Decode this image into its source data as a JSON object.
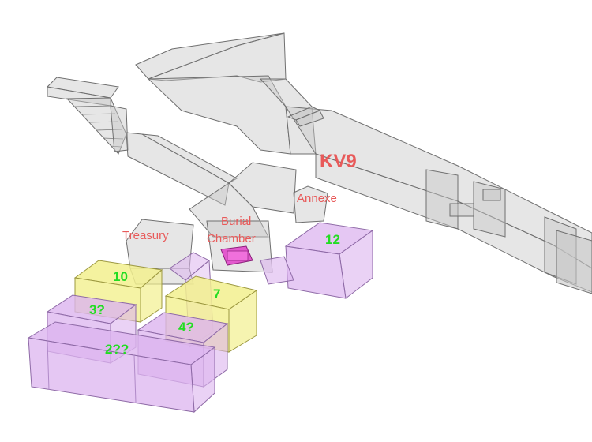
{
  "labels": {
    "kv9": "KV9",
    "annexe": "Annexe",
    "burial_line1": "Burial",
    "burial_line2": "Chamber",
    "treasury": "Treasury",
    "r12": "12",
    "r10": "10",
    "r7": "7",
    "r3": "3?",
    "r4": "4?",
    "r2": "2??"
  },
  "colors": {
    "tomb_fill": "#c8c8c8",
    "tomb_stroke": "#6f6f6f",
    "room_yellow": "#f2f08e",
    "room_purple": "#dcb4ef",
    "sarcophagus": "#e040c8",
    "label_red": "#e85a5a",
    "label_green": "#22dd22"
  }
}
